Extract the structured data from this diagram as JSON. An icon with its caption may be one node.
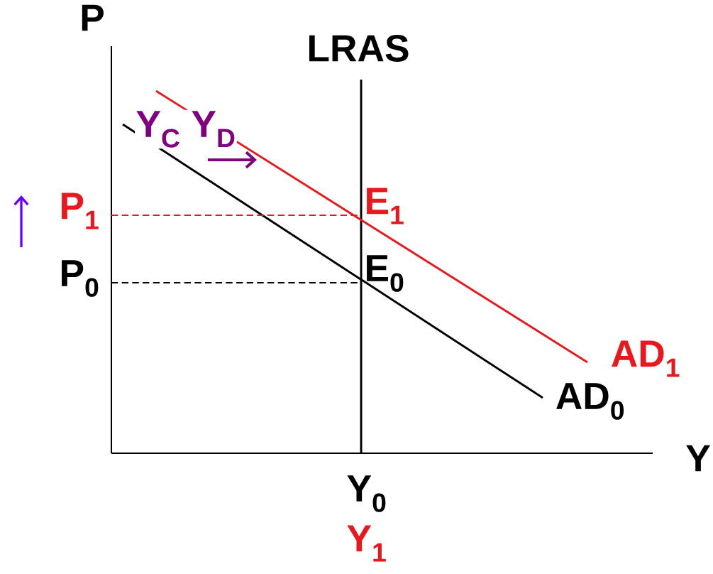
{
  "diagram": {
    "labels": [
      "P",
      "LRAS",
      "Y$_{C}$ Y$_{D}$",
      "P$_{1}$",
      "E$_{1}$",
      "P$_{0}$",
      "E$_{0}$",
      "AD$_{1}$",
      "AD$_{0}$",
      "Y",
      "Y$_{0}$",
      "Y$_{1}$"
    ]
  }
}
